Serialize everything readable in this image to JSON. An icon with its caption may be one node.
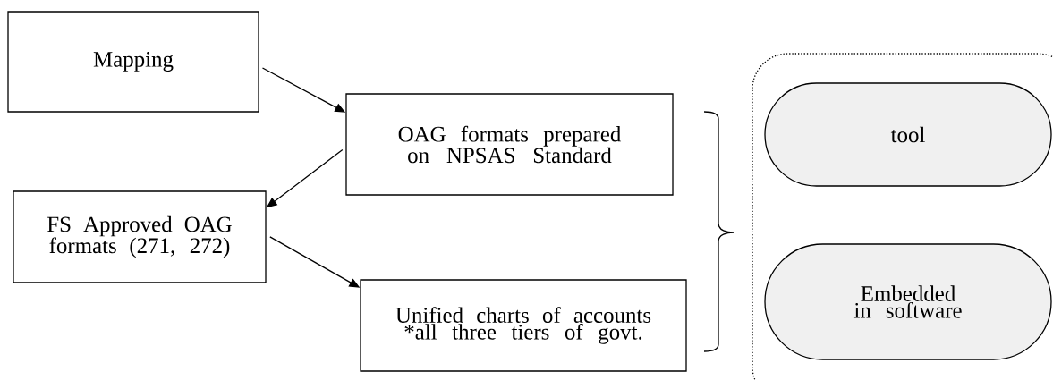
{
  "diagram": {
    "nodes": [
      {
        "text": [
          "Mapping"
        ]
      },
      {
        "text": [
          "OAG formats prepared on NPSAS Standard"
        ]
      },
      {
        "text": [
          "FS Approved OAG formats (271, 272)"
        ]
      },
      {
        "text": [
          "Unified charts of accounts *all three tiers of govt."
        ]
      },
      {
        "text": [],
        "shape": "box"
      },
      {
        "text": [
          "tool"
        ],
        "in": 4
      },
      {
        "text": [
          "Embedded in software"
        ],
        "in": 4
      }
    ],
    "edges": [
      {
        "from": 0,
        "to": 1,
        "arrow": "to"
      },
      {
        "from": 1,
        "to": 2,
        "arrow": "to"
      },
      {
        "from": 2,
        "to": 3,
        "arrow": "to"
      }
    ]
  }
}
